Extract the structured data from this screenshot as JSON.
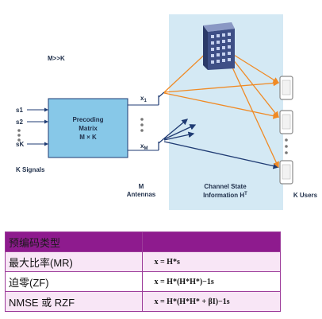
{
  "diagram": {
    "inputs": [
      "s1",
      "s2",
      "sK"
    ],
    "input_sub": [
      "1",
      "2",
      "K"
    ],
    "k_signals_label": "K Signals",
    "m_gt_k": "M>>K",
    "precoding_title": "Precoding",
    "precoding_line2": "Matrix",
    "precoding_line3": "M × K",
    "antenna_x1": "x",
    "antenna_x1_sub": "1",
    "antenna_xm": "x",
    "antenna_xm_sub": "M",
    "m_label": "M",
    "antennas_label": "Antennas",
    "csi_line1": "Channel State",
    "csi_line2": "Information H",
    "csi_sup": "T",
    "k_users_label": "K Users",
    "colors": {
      "precoding_fill": "#87c8e8",
      "csi_panel": "#d4e9f4",
      "orange": "#f08a24",
      "navy": "#1f3b73",
      "building": "#3e4f86"
    }
  },
  "table": {
    "header": [
      "预编码类型",
      ""
    ],
    "rows": [
      {
        "type": "最大比率(MR)",
        "formula": "x = H*s"
      },
      {
        "type": "迫零(ZF)",
        "formula": "x = H*(H*H*)−1s"
      },
      {
        "type": "NMSE 或 RZF",
        "formula": "x = H*(H*H* + βI)−1s"
      }
    ]
  }
}
